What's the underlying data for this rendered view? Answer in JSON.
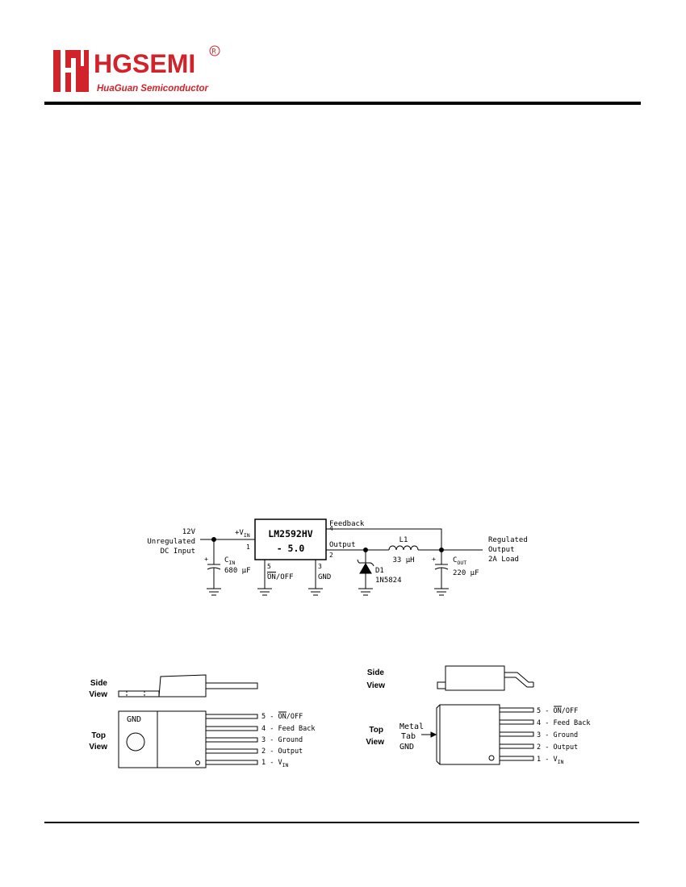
{
  "header": {
    "brand_name": "HGSEMI",
    "brand_subtitle": "HuaGuan Semiconductor",
    "registered_mark": "®"
  },
  "circuit": {
    "ic_name": "LM2592HV",
    "ic_variant": "- 5.0",
    "input_voltage": "12V",
    "input_line1": "Unregulated",
    "input_line2": "DC Input",
    "vin_pin_main": "+V",
    "vin_pin_sub": "IN",
    "pin1": "1",
    "pin2": "2",
    "pin3": "3",
    "pin4": "4",
    "pin5": "5",
    "feedback_label": "Feedback",
    "output_label": "Output",
    "on_label": "ON",
    "off_label": "/OFF",
    "gnd_label": "GND",
    "cin_main": "C",
    "cin_sub": "IN",
    "cin_value": "680 μF",
    "plus_sign": "+",
    "diode_name": "D1",
    "diode_part": "1N5824",
    "inductor_name": "L1",
    "inductor_value": "33 μH",
    "cout_main": "C",
    "cout_sub": "OUT",
    "cout_value": "220 μF",
    "output_line1": "Regulated",
    "output_line2": "Output",
    "output_line3": "2A Load"
  },
  "package_left": {
    "side_label_1": "Side",
    "side_label_2": "View",
    "top_label_1": "Top",
    "top_label_2": "View",
    "body_label": "GND",
    "pins": {
      "p5_prefix": "5 - ",
      "p5_on": "ON",
      "p5_suffix": "/OFF",
      "p4": "4 - Feed Back",
      "p3": "3 - Ground",
      "p2": "2 - Output",
      "p1_prefix": "1 - V",
      "p1_sub": "IN"
    }
  },
  "package_right": {
    "side_label_1": "Side",
    "side_label_2": "View",
    "top_label_1": "Top",
    "top_label_2": "View",
    "tab_label_1": "Metal",
    "tab_label_2": "Tab",
    "tab_label_3": "GND",
    "pins": {
      "p5_prefix": "5 - ",
      "p5_on": "ON",
      "p5_suffix": "/OFF",
      "p4": "4 - Feed Back",
      "p3": "3 - Ground",
      "p2": "2 - Output",
      "p1_prefix": "1 - V",
      "p1_sub": "IN"
    }
  },
  "colors": {
    "brand_red": "#d2232a",
    "ink": "#000000"
  }
}
